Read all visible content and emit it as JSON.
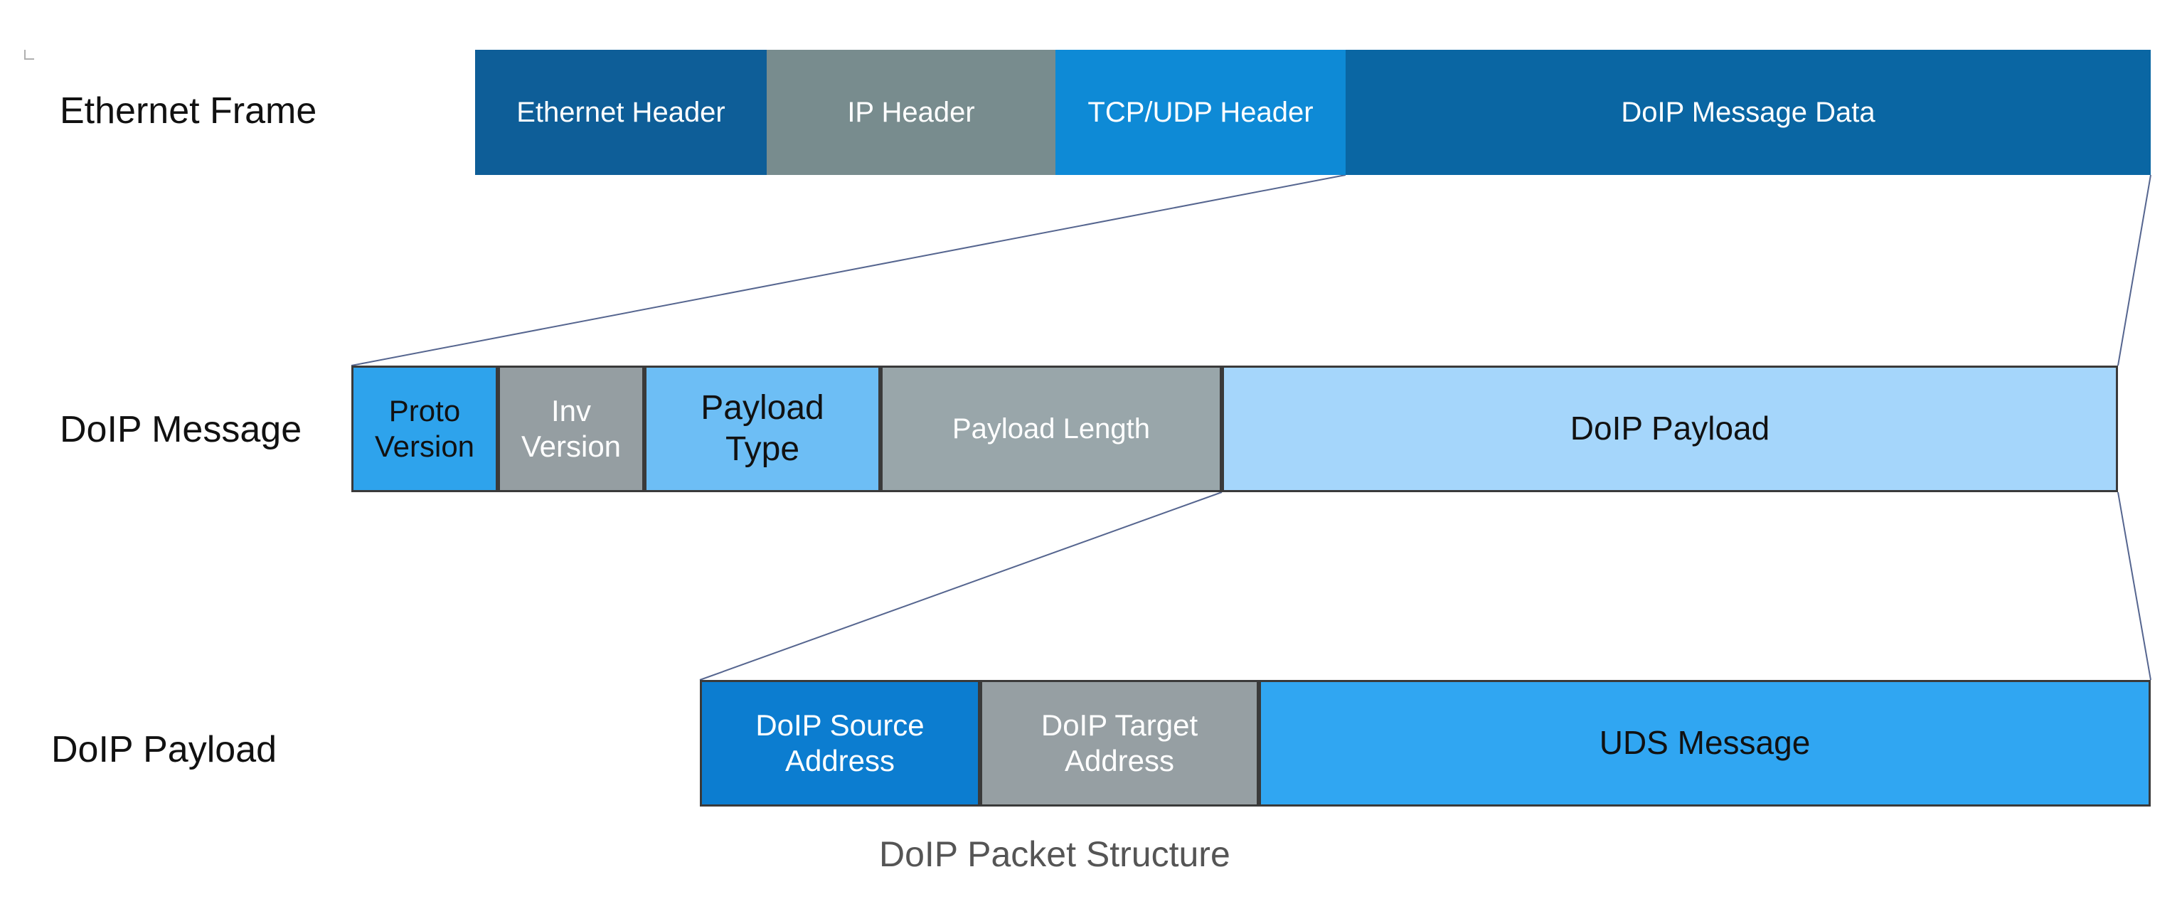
{
  "rows": {
    "ethernet_frame": {
      "label": "Ethernet Frame",
      "segments": [
        {
          "label": "Ethernet Header",
          "color": "#0E5E98"
        },
        {
          "label": "IP Header",
          "color": "#788C8E"
        },
        {
          "label": "TCP/UDP Header",
          "color": "#0E8AD6"
        },
        {
          "label": "DoIP Message Data",
          "color": "#0A66A3"
        }
      ]
    },
    "doip_message": {
      "label": "DoIP Message",
      "segments": [
        {
          "label": "Proto\nVersion",
          "color": "#2EA3EC"
        },
        {
          "label": "Inv\nVersion",
          "color": "#959EA2"
        },
        {
          "label": "Payload\nType",
          "color": "#6DBEF5"
        },
        {
          "label": "Payload Length",
          "color": "#99A6AA"
        },
        {
          "label": "DoIP Payload",
          "color": "#A5D6FB"
        }
      ]
    },
    "doip_payload": {
      "label": "DoIP Payload",
      "segments": [
        {
          "label": "DoIP Source\nAddress",
          "color": "#0C7DD0"
        },
        {
          "label": "DoIP Target\nAddress",
          "color": "#969FA3"
        },
        {
          "label": "UDS Message",
          "color": "#30A6F2"
        }
      ]
    }
  },
  "caption": "DoIP Packet Structure",
  "connector_color": "#55658F"
}
